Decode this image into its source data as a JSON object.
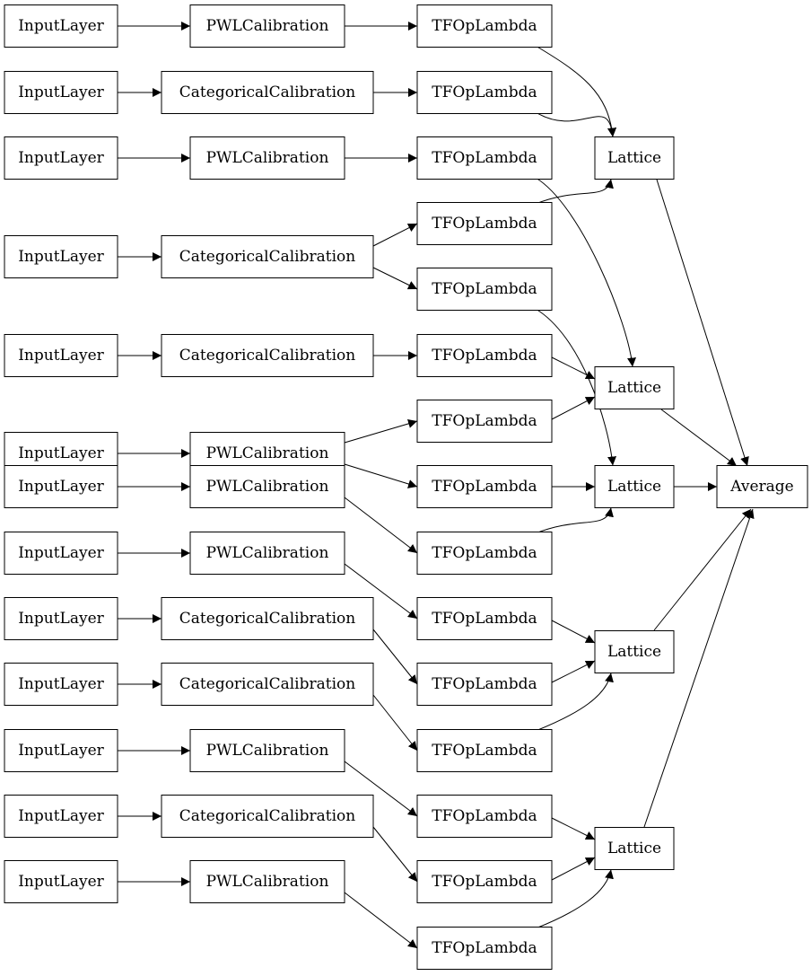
{
  "diagram": {
    "nodes": [
      {
        "id": "in0",
        "label": "InputLayer"
      },
      {
        "id": "in1",
        "label": "InputLayer"
      },
      {
        "id": "in2",
        "label": "InputLayer"
      },
      {
        "id": "in3",
        "label": "InputLayer"
      },
      {
        "id": "in4",
        "label": "InputLayer"
      },
      {
        "id": "in5",
        "label": "InputLayer"
      },
      {
        "id": "in6",
        "label": "InputLayer"
      },
      {
        "id": "in7",
        "label": "InputLayer"
      },
      {
        "id": "in8",
        "label": "InputLayer"
      },
      {
        "id": "in9",
        "label": "InputLayer"
      },
      {
        "id": "in10",
        "label": "InputLayer"
      },
      {
        "id": "in11",
        "label": "InputLayer"
      },
      {
        "id": "in12",
        "label": "InputLayer"
      },
      {
        "id": "cal0",
        "label": "PWLCalibration"
      },
      {
        "id": "cal1",
        "label": "CategoricalCalibration"
      },
      {
        "id": "cal2",
        "label": "PWLCalibration"
      },
      {
        "id": "cal3",
        "label": "CategoricalCalibration"
      },
      {
        "id": "cal4",
        "label": "CategoricalCalibration"
      },
      {
        "id": "cal5",
        "label": "PWLCalibration"
      },
      {
        "id": "cal6",
        "label": "PWLCalibration"
      },
      {
        "id": "cal7",
        "label": "PWLCalibration"
      },
      {
        "id": "cal8",
        "label": "CategoricalCalibration"
      },
      {
        "id": "cal9",
        "label": "CategoricalCalibration"
      },
      {
        "id": "cal10",
        "label": "PWLCalibration"
      },
      {
        "id": "cal11",
        "label": "CategoricalCalibration"
      },
      {
        "id": "cal12",
        "label": "PWLCalibration"
      },
      {
        "id": "tf0",
        "label": "TFOpLambda"
      },
      {
        "id": "tf1",
        "label": "TFOpLambda"
      },
      {
        "id": "tf2",
        "label": "TFOpLambda"
      },
      {
        "id": "tf3",
        "label": "TFOpLambda"
      },
      {
        "id": "tf4",
        "label": "TFOpLambda"
      },
      {
        "id": "tf5",
        "label": "TFOpLambda"
      },
      {
        "id": "tf6",
        "label": "TFOpLambda"
      },
      {
        "id": "tf7",
        "label": "TFOpLambda"
      },
      {
        "id": "tf8",
        "label": "TFOpLambda"
      },
      {
        "id": "tf9",
        "label": "TFOpLambda"
      },
      {
        "id": "tf10",
        "label": "TFOpLambda"
      },
      {
        "id": "tf11",
        "label": "TFOpLambda"
      },
      {
        "id": "tf12",
        "label": "TFOpLambda"
      },
      {
        "id": "tf13",
        "label": "TFOpLambda"
      },
      {
        "id": "tf14",
        "label": "TFOpLambda"
      },
      {
        "id": "lat0",
        "label": "Lattice"
      },
      {
        "id": "lat1",
        "label": "Lattice"
      },
      {
        "id": "lat2",
        "label": "Lattice"
      },
      {
        "id": "lat3",
        "label": "Lattice"
      },
      {
        "id": "lat4",
        "label": "Lattice"
      },
      {
        "id": "avg",
        "label": "Average"
      }
    ],
    "edges": [
      [
        "in0",
        "cal0"
      ],
      [
        "in1",
        "cal1"
      ],
      [
        "in2",
        "cal2"
      ],
      [
        "in3",
        "cal3"
      ],
      [
        "in4",
        "cal4"
      ],
      [
        "in5",
        "cal5"
      ],
      [
        "in6",
        "cal6"
      ],
      [
        "in7",
        "cal7"
      ],
      [
        "in8",
        "cal8"
      ],
      [
        "in9",
        "cal9"
      ],
      [
        "in10",
        "cal10"
      ],
      [
        "in11",
        "cal11"
      ],
      [
        "in12",
        "cal12"
      ],
      [
        "cal0",
        "tf0"
      ],
      [
        "cal1",
        "tf1"
      ],
      [
        "cal2",
        "tf2"
      ],
      [
        "cal3",
        "tf3"
      ],
      [
        "cal3",
        "tf4"
      ],
      [
        "cal4",
        "tf5"
      ],
      [
        "cal5",
        "tf6"
      ],
      [
        "cal5",
        "tf7"
      ],
      [
        "cal6",
        "tf8"
      ],
      [
        "cal7",
        "tf9"
      ],
      [
        "cal8",
        "tf10"
      ],
      [
        "cal9",
        "tf11"
      ],
      [
        "cal10",
        "tf12"
      ],
      [
        "cal11",
        "tf13"
      ],
      [
        "cal12",
        "tf14"
      ],
      [
        "tf0",
        "lat0"
      ],
      [
        "tf1",
        "lat0"
      ],
      [
        "tf3",
        "lat0"
      ],
      [
        "tf2",
        "lat1"
      ],
      [
        "tf5",
        "lat1"
      ],
      [
        "tf6",
        "lat1"
      ],
      [
        "tf4",
        "lat2"
      ],
      [
        "tf7",
        "lat2"
      ],
      [
        "tf8",
        "lat2"
      ],
      [
        "tf9",
        "lat3"
      ],
      [
        "tf10",
        "lat3"
      ],
      [
        "tf11",
        "lat3"
      ],
      [
        "tf12",
        "lat4"
      ],
      [
        "tf13",
        "lat4"
      ],
      [
        "tf14",
        "lat4"
      ],
      [
        "lat0",
        "avg"
      ],
      [
        "lat1",
        "avg"
      ],
      [
        "lat2",
        "avg"
      ],
      [
        "lat3",
        "avg"
      ],
      [
        "lat4",
        "avg"
      ]
    ]
  }
}
